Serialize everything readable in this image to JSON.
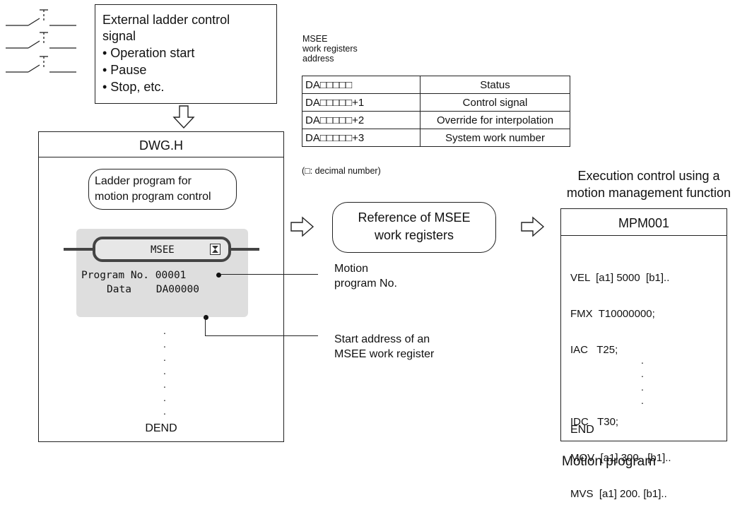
{
  "signals": {
    "lines": [
      "External ladder control",
      "signal",
      "• Operation start",
      "• Pause",
      "• Stop, etc."
    ]
  },
  "dwg": {
    "title": "DWG.H",
    "bubble_lines": [
      "Ladder program for",
      "motion program control"
    ],
    "block": {
      "name": "MSEE",
      "row1": "Program No. 00001",
      "row2": "Data    DA00000"
    },
    "end": "DEND"
  },
  "registers": {
    "caption_lines": [
      "MSEE",
      "work registers",
      "address"
    ],
    "rows": [
      {
        "addr": "DA□□□□□",
        "desc": "Status"
      },
      {
        "addr": "DA□□□□□+1",
        "desc": "Control signal"
      },
      {
        "addr": "DA□□□□□+2",
        "desc": "Override for interpolation"
      },
      {
        "addr": "DA□□□□□+3",
        "desc": "System work number"
      }
    ],
    "note": "(□: decimal number)"
  },
  "annotations": {
    "program_no": [
      "Motion",
      "program No."
    ],
    "start_address": [
      "Start address of an",
      "MSEE work register"
    ]
  },
  "reference": [
    "Reference of MSEE",
    "work registers"
  ],
  "execution_title": [
    "Execution control using a",
    "motion management function"
  ],
  "mpm": {
    "title": "MPM001",
    "lines": [
      "VEL  [a1] 5000  [b1]..",
      "FMX  T10000000;",
      "IAC   T25;",
      "",
      "IDC   T30;",
      "MOV  [a1] 300.  [b1]..",
      "MVS  [a1] 200. [b1].."
    ],
    "end": "END"
  },
  "footer": "Motion program"
}
